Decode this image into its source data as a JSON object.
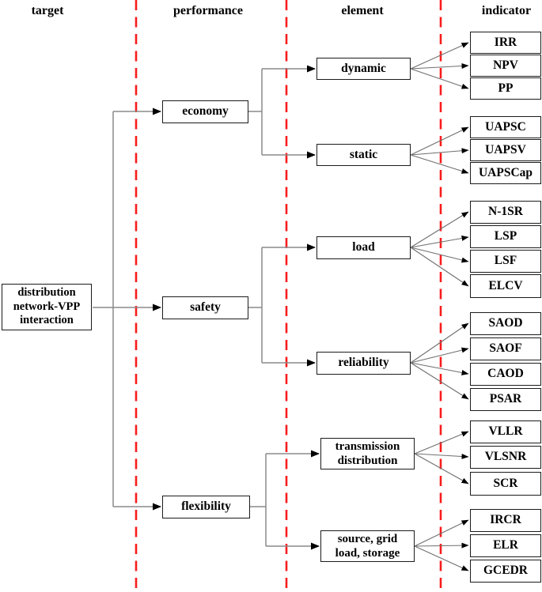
{
  "columns": [
    "target",
    "performance",
    "element",
    "indicator"
  ],
  "root": {
    "label": "distribution\nnetwork-VPP\ninteraction"
  },
  "performance": [
    {
      "label": "economy",
      "elements": [
        {
          "label": "dynamic",
          "indicators": [
            "IRR",
            "NPV",
            "PP"
          ]
        },
        {
          "label": "static",
          "indicators": [
            "UAPSC",
            "UAPSV",
            "UAPSCap"
          ]
        }
      ]
    },
    {
      "label": "safety",
      "elements": [
        {
          "label": "load",
          "indicators": [
            "N-1SR",
            "LSP",
            "LSF",
            "ELCV"
          ]
        },
        {
          "label": "reliability",
          "indicators": [
            "SAOD",
            "SAOF",
            "CAOD",
            "PSAR"
          ]
        }
      ]
    },
    {
      "label": "flexibility",
      "elements": [
        {
          "label": "transmission\ndistribution",
          "indicators": [
            "VLLR",
            "VLSNR",
            "SCR"
          ]
        },
        {
          "label": "source, grid\nload, storage",
          "indicators": [
            "IRCR",
            "ELR",
            "GCEDR"
          ]
        }
      ]
    }
  ],
  "colors": {
    "divider": "#f91d1d",
    "line": "#8a8a8a",
    "arrow": "#000000",
    "box_border": "#1b1b1b",
    "box_fill": "#ffffff"
  }
}
